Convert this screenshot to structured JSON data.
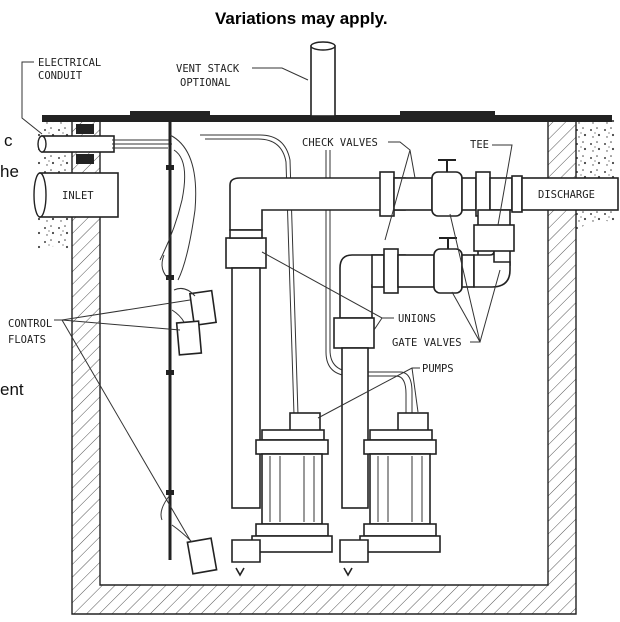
{
  "title": "Variations may apply.",
  "labels": {
    "electrical_conduit_1": "ELECTRICAL",
    "electrical_conduit_2": "CONDUIT",
    "vent_stack_1": "VENT STACK",
    "vent_stack_2": "OPTIONAL",
    "check_valves": "CHECK VALVES",
    "tee": "TEE",
    "inlet": "INLET",
    "discharge": "DISCHARGE",
    "control_floats_1": "CONTROL",
    "control_floats_2": "FLOATS",
    "unions": "UNIONS",
    "gate_valves": "GATE VALVES",
    "pumps": "PUMPS"
  },
  "cut_off_text": {
    "line1": "c",
    "line2": "he",
    "line3": "ent"
  }
}
